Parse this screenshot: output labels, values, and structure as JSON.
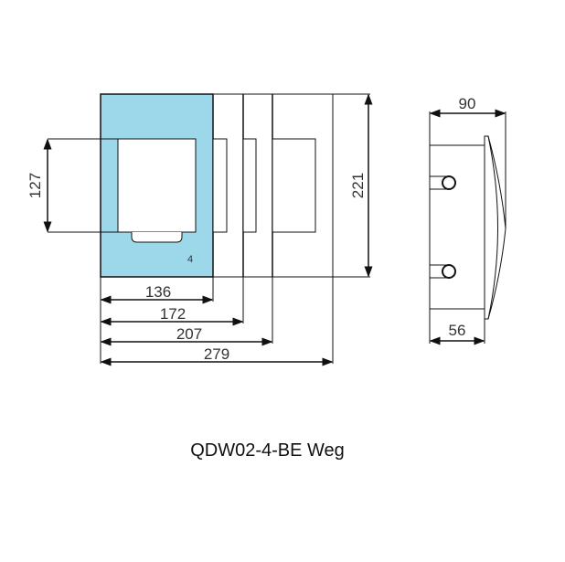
{
  "front_view": {
    "panel_color": "#9dd8ea",
    "module_label": "4",
    "dimensions": {
      "height_window": "127",
      "height_total": "221",
      "width_1": "136",
      "width_2": "172",
      "width_3": "207",
      "width_4": "279"
    }
  },
  "side_view": {
    "dimensions": {
      "depth_total": "90",
      "depth_body": "56"
    }
  },
  "caption": "QDW02-4-BE Weg"
}
